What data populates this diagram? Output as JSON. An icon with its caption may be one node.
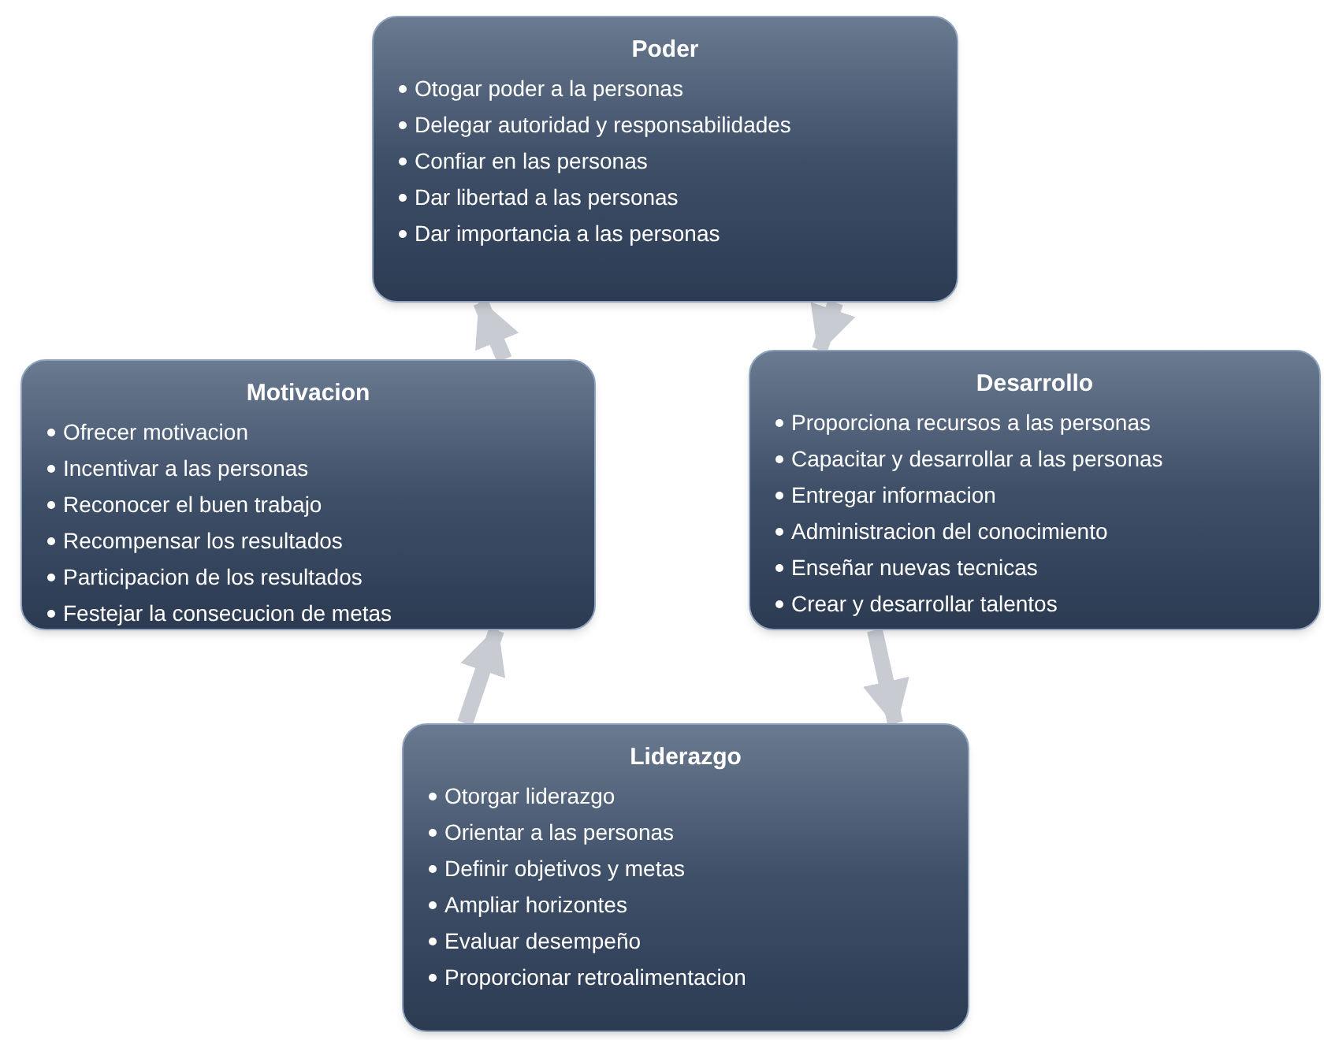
{
  "diagram": {
    "nodes": [
      {
        "text": [
          "Poder",
          "Otogar poder a la personas",
          "Delegar autoridad y responsabilidades",
          "Confiar en las personas",
          "Dar libertad a las personas",
          "Dar importancia a las personas"
        ]
      },
      {
        "text": [
          "Motivacion",
          "Ofrecer motivacion",
          "Incentivar a las personas",
          "Reconocer el buen trabajo",
          "Recompensar los resultados",
          "Participacion de los resultados",
          "Festejar la consecucion de metas"
        ]
      },
      {
        "text": [
          "Desarrollo",
          "Proporciona recursos a las personas",
          "Capacitar y desarrollar a las personas",
          "Entregar informacion",
          "Administracion del conocimiento",
          "Enseñar nuevas tecnicas",
          "Crear y desarrollar talentos"
        ]
      },
      {
        "text": [
          "Liderazgo",
          "Otorgar liderazgo",
          "Orientar a las personas",
          "Definir objetivos y metas",
          "Ampliar horizontes",
          "Evaluar desempeño",
          "Proporcionar retroalimentacion"
        ]
      }
    ],
    "edges": [
      {
        "from": 0,
        "to": 2,
        "arrow": "to"
      },
      {
        "from": 2,
        "to": 3,
        "arrow": "to"
      },
      {
        "from": 3,
        "to": 1,
        "arrow": "to"
      },
      {
        "from": 1,
        "to": 0,
        "arrow": "to"
      }
    ]
  }
}
